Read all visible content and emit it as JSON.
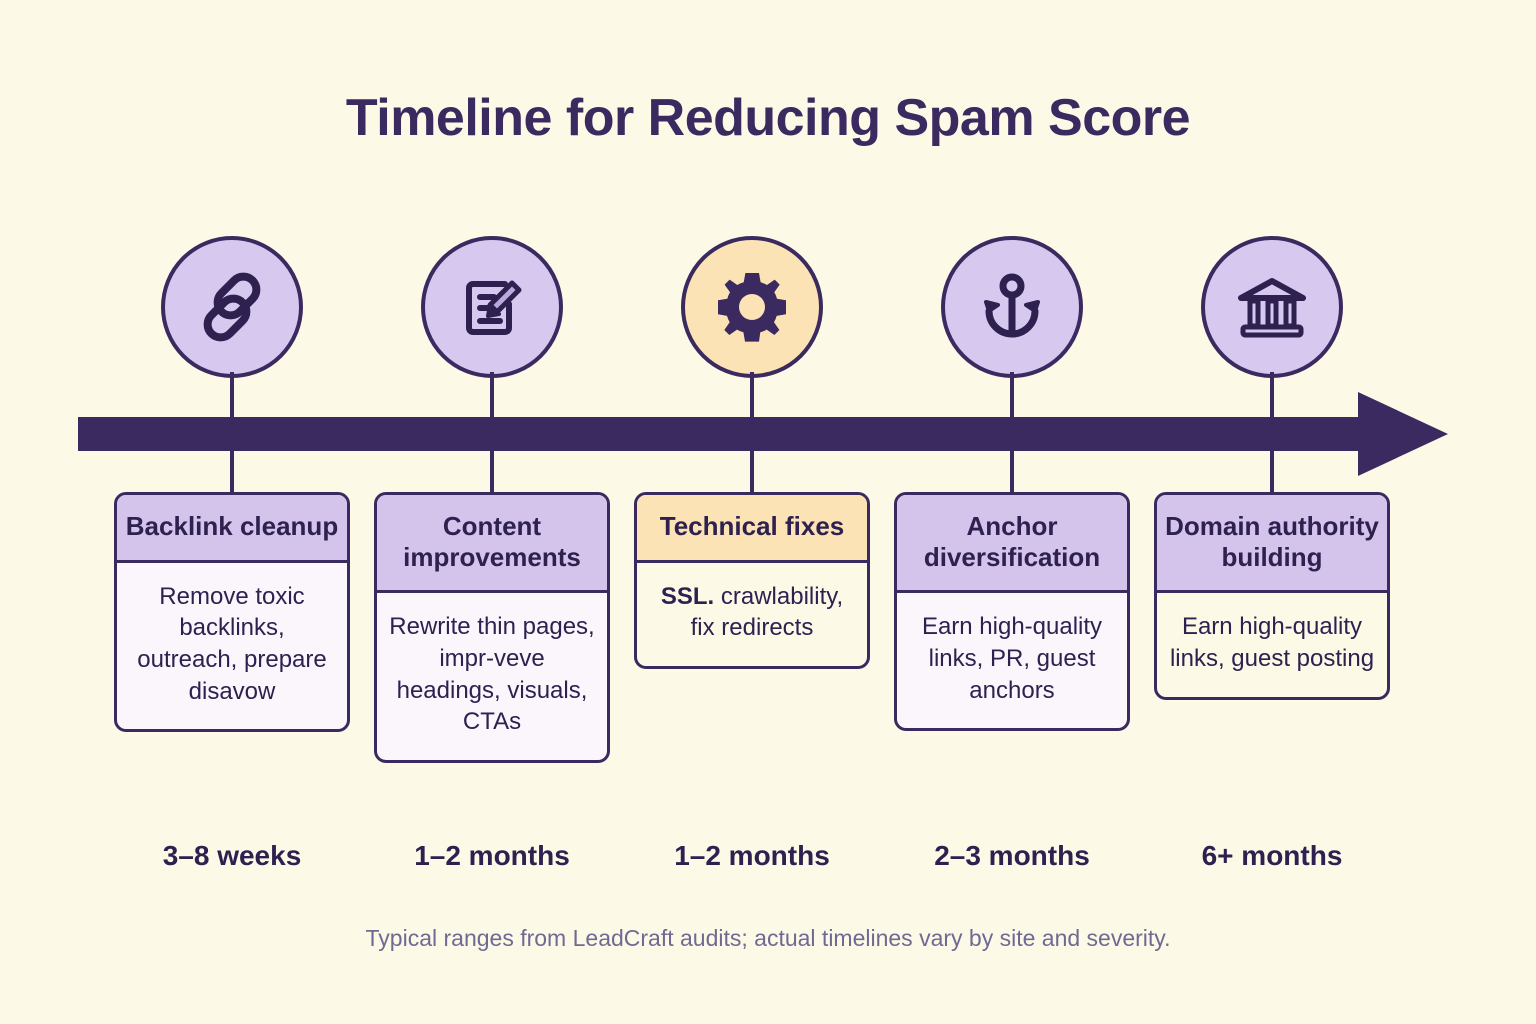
{
  "title": "Timeline for Reducing Spam Score",
  "footnote": "Typical ranges from LeadCraft audits; actual timelines vary by site and severity.",
  "colors": {
    "background": "#FDF9E7",
    "ink": "#2E2150",
    "outline": "#3A2A60",
    "lavender": "#D4C4EC",
    "lavender_circle": "#D7C8EF",
    "card_body": "#FAF6FC",
    "amber": "#FBE3B5",
    "footnote_text": "#6F6A93"
  },
  "timeline": {
    "arrow_direction": "right",
    "arrow_color": "#3A2A60"
  },
  "steps": [
    {
      "index": 1,
      "icon": "chain-link-icon",
      "highlight": false,
      "header": "Backlink cleanup",
      "body": "Remove toxic backlinks, outreach, prepare disavow",
      "body_lead": "",
      "duration": "3–8 weeks"
    },
    {
      "index": 2,
      "icon": "document-pencil-icon",
      "highlight": false,
      "header": "Content improvements",
      "body": "Rewrite thin pages, impr-veve headings, visuals, CTAs",
      "body_lead": "",
      "duration": "1–2 months"
    },
    {
      "index": 3,
      "icon": "gear-icon",
      "highlight": true,
      "header": "Technical fixes",
      "body": "crawlability, fix redirects",
      "body_lead": "SSL.",
      "duration": "1–2 months"
    },
    {
      "index": 4,
      "icon": "anchor-icon",
      "highlight": false,
      "header": "Anchor diversification",
      "body": "Earn high-quality links, PR, guest anchors",
      "body_lead": "",
      "duration": "2–3 months"
    },
    {
      "index": 5,
      "icon": "bank-building-icon",
      "highlight": false,
      "header": "Domain authority building",
      "body": "Earn high-quality links, guest posting",
      "body_lead": "",
      "duration": "6+ months"
    }
  ]
}
